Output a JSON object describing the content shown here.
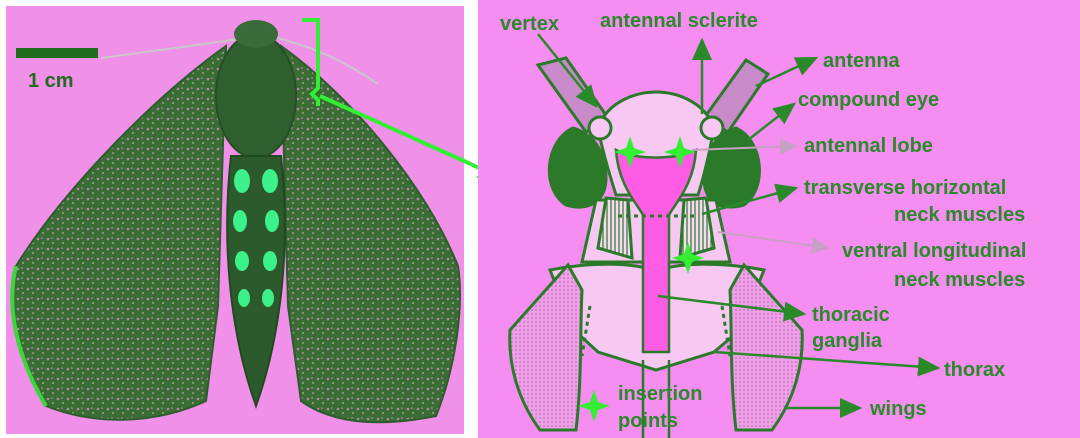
{
  "scale_bar": {
    "label": "1 cm"
  },
  "labels": {
    "vertex": "vertex",
    "antennal_sclerite": "antennal sclerite",
    "antenna": "antenna",
    "compound_eye": "compound eye",
    "antennal_lobe": "antennal lobe",
    "transverse_1": "transverse horizontal",
    "transverse_2": "neck muscles",
    "ventral_1": "ventral longitudinal",
    "ventral_2": "neck muscles",
    "thoracic_1": "thoracic",
    "thoracic_2": "ganglia",
    "thorax": "thorax",
    "wings": "wings",
    "insertion_1": "insertion",
    "insertion_2": "points"
  },
  "colors": {
    "background": "#f58ef0",
    "label_green": "#2a8a2a",
    "bright_green": "#33ee33",
    "moth_dark": "#2f6a2f",
    "ganglia_pink": "#ff5ce6"
  }
}
